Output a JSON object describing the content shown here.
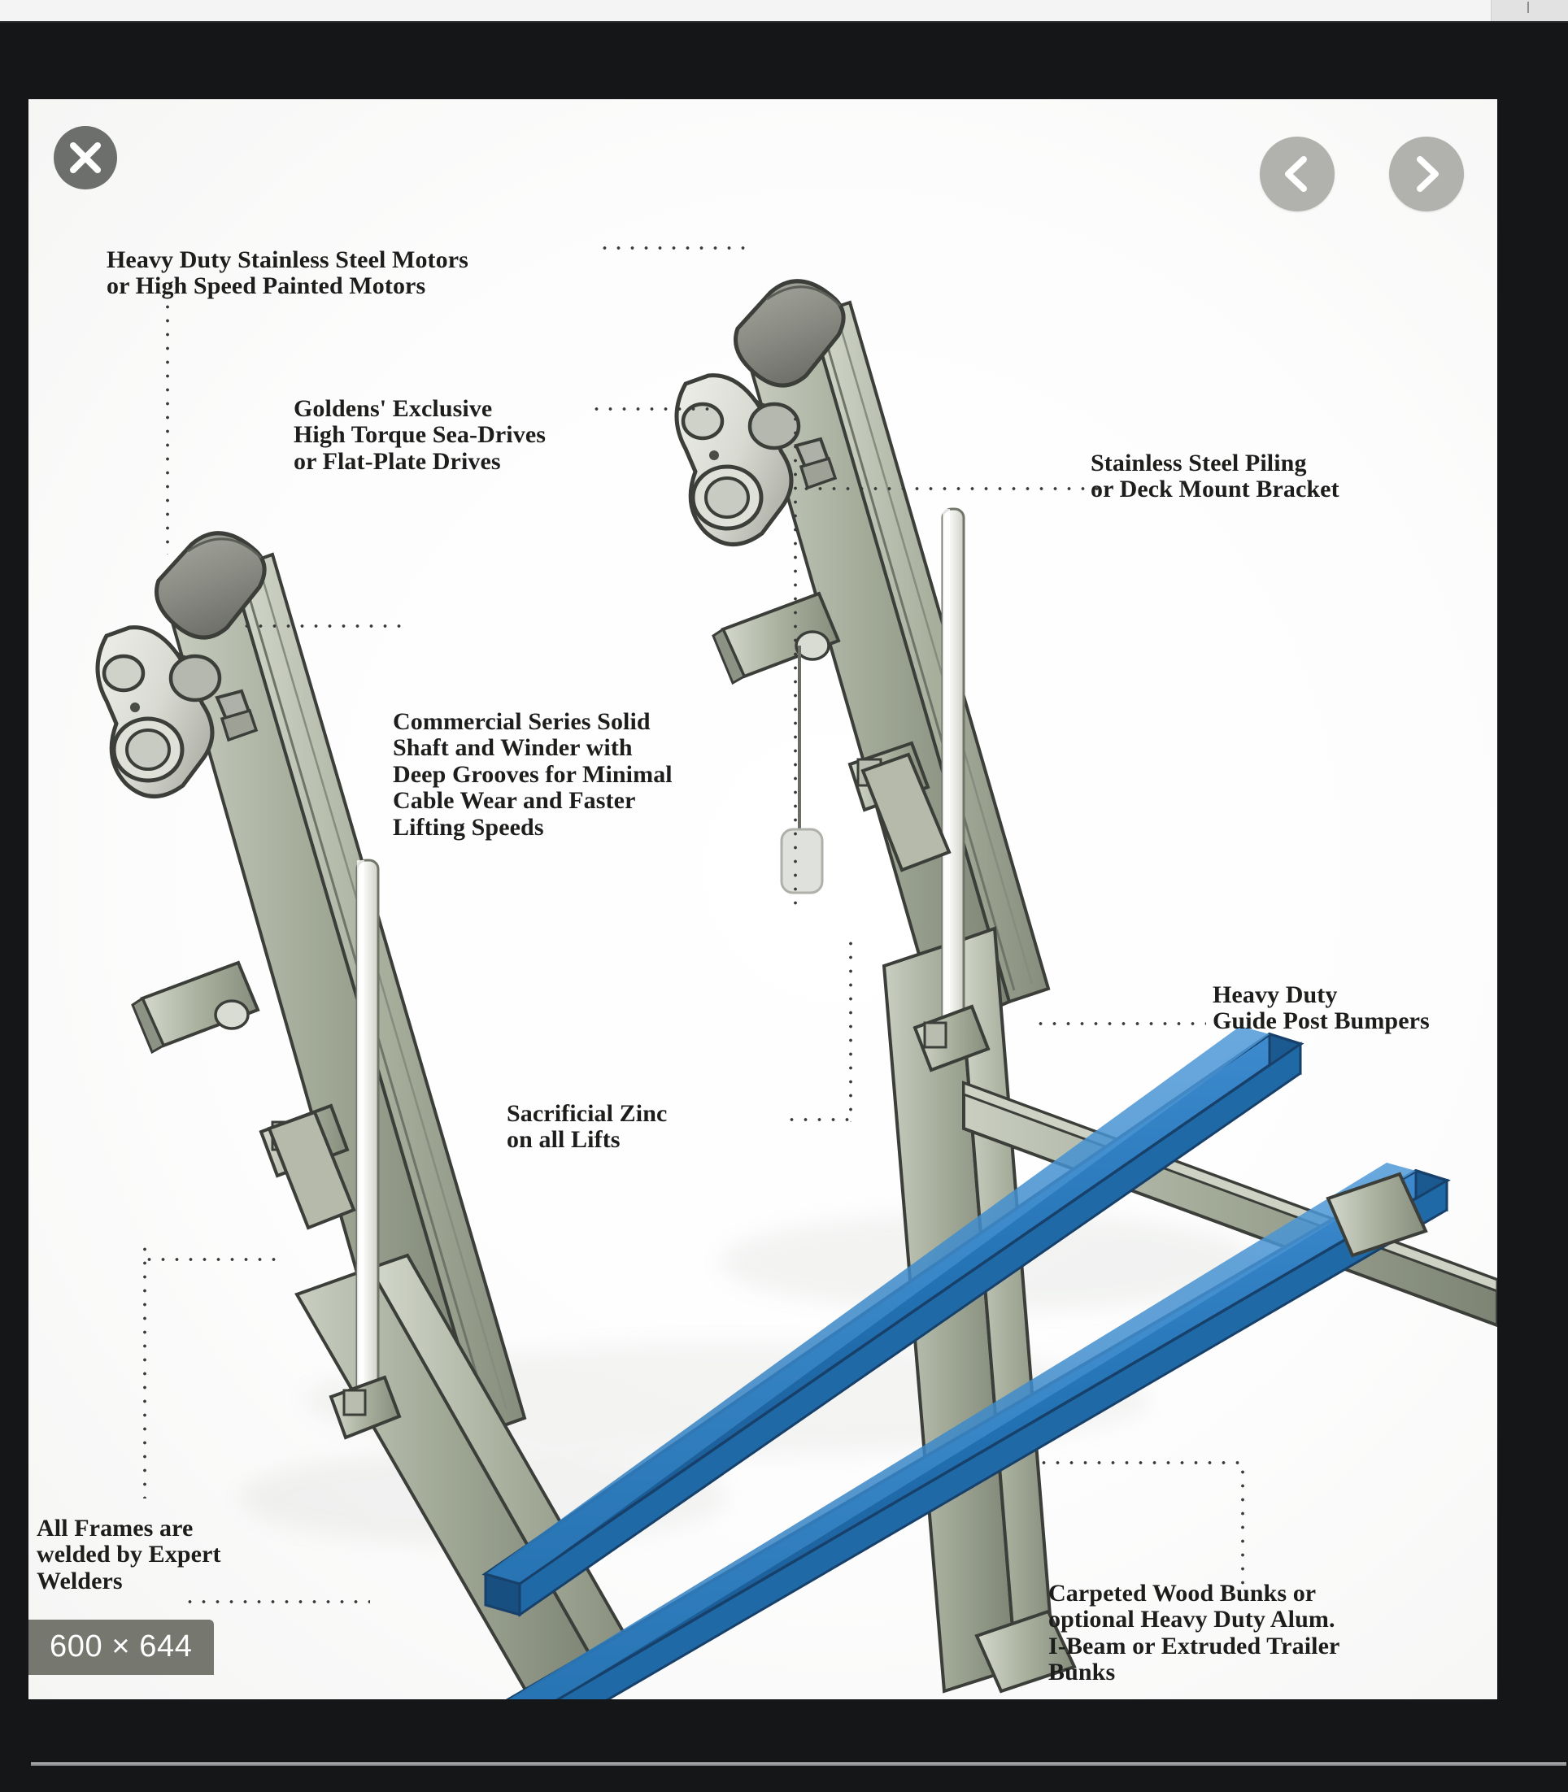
{
  "viewer": {
    "close_label": "×",
    "close_icon": "close-icon",
    "prev_icon": "chevron-left-icon",
    "next_icon": "chevron-right-icon",
    "dimensions_badge": "600 × 644"
  },
  "diagram": {
    "title": "Boat Lift Feature Callout Diagram",
    "colors": {
      "blue_bunk": "#2372b4",
      "blue_bunk_dark": "#1b5a90",
      "frame_gray": "#9aa090",
      "frame_gray_light": "#c3c8ba",
      "frame_gray_dark": "#72786a",
      "outline": "#3c3e39",
      "motor_gray": "#8d8f88",
      "post_white": "#f2f3ef"
    },
    "callouts": [
      {
        "id": "motors",
        "text": "Heavy Duty Stainless Steel Motors\nor High Speed Painted Motors"
      },
      {
        "id": "drives",
        "text": "Goldens' Exclusive\nHigh Torque Sea-Drives\nor  Flat-Plate Drives"
      },
      {
        "id": "piling",
        "text": "Stainless Steel Piling\nor Deck Mount Bracket"
      },
      {
        "id": "winder",
        "text": "Commercial Series Solid\nShaft and Winder with\nDeep Grooves for Minimal\nCable Wear and Faster\nLifting Speeds"
      },
      {
        "id": "bumpers",
        "text": "Heavy Duty\nGuide Post Bumpers"
      },
      {
        "id": "zinc",
        "text": "Sacrificial Zinc\non all Lifts"
      },
      {
        "id": "welders",
        "text": "All Frames are\nwelded by Expert\nWelders"
      },
      {
        "id": "bunks",
        "text": "Carpeted Wood Bunks or\noptional Heavy Duty Alum.\nI-Beam or Extruded Trailer\n Bunks"
      }
    ]
  }
}
